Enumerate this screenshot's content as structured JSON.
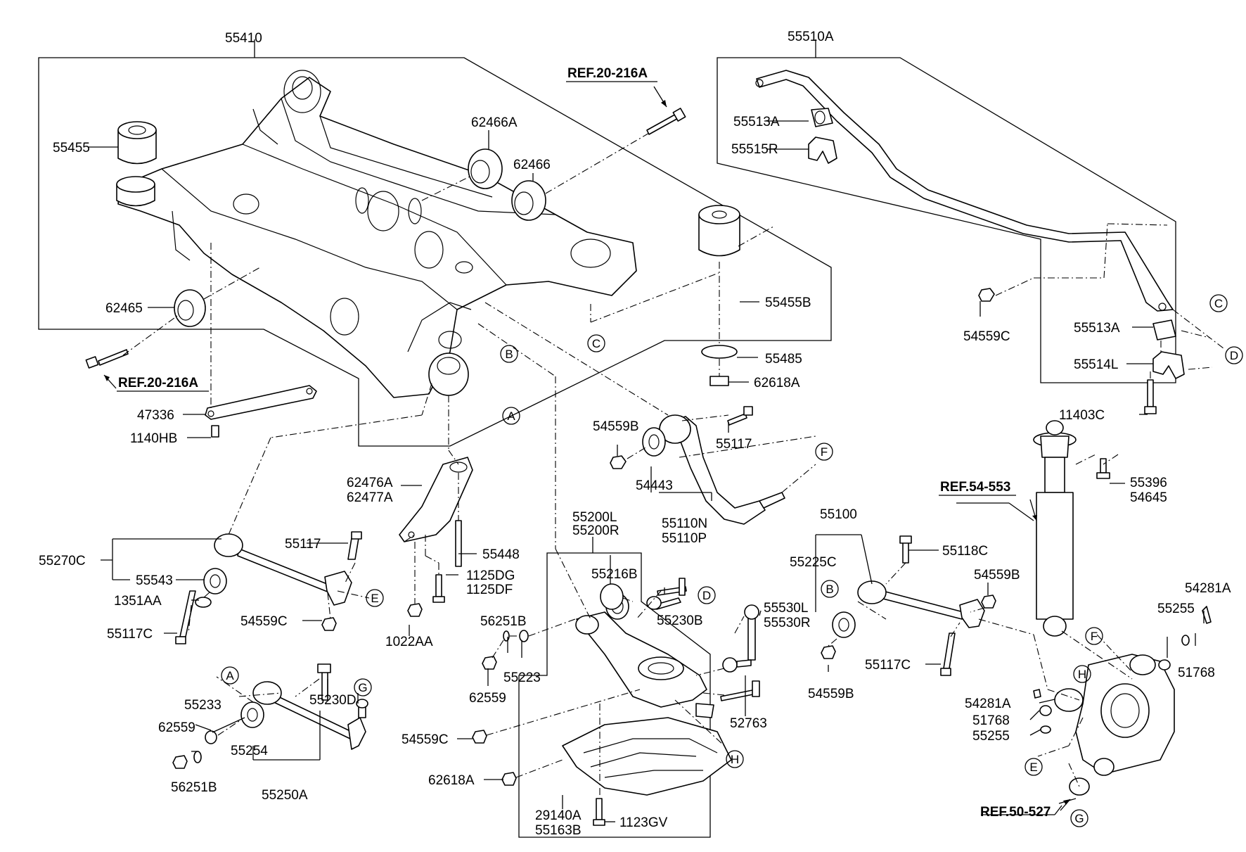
{
  "diagram": {
    "group_labels": {
      "subframe": "55410",
      "stabilizer": "55510A",
      "lower_arm": "55200L",
      "lower_arm_r": "55200R",
      "assist_arm": "55100"
    },
    "ref_labels": {
      "ref_top": "REF.20-216A",
      "ref_left": "REF.20-216A",
      "ref_shock": "REF.54-553",
      "ref_knuckle": "REF.50-527"
    },
    "part_labels": {
      "p55455": "55455",
      "p62466A": "62466A",
      "p62466": "62466",
      "p62465": "62465",
      "p47336": "47336",
      "p1140HB": "1140HB",
      "p55455B": "55455B",
      "p55485": "55485",
      "p62618A_top": "62618A",
      "p55513A_top": "55513A",
      "p55515R": "55515R",
      "p54559C_top": "54559C",
      "p55513A_bot": "55513A",
      "p55514L": "55514L",
      "p11403C": "11403C",
      "p54559B_top": "54559B",
      "p55117_top": "55117",
      "p54443": "54443",
      "p55110N": "55110N",
      "p55110P": "55110P",
      "p62476A": "62476A",
      "p62477A": "62477A",
      "p55448": "55448",
      "p1125DG": "1125DG",
      "p1125DF": "1125DF",
      "p1022AA": "1022AA",
      "p55270C": "55270C",
      "p55117_left": "55117",
      "p55543": "55543",
      "p1351AA": "1351AA",
      "p55117C_left": "55117C",
      "p54559C_left": "54559C",
      "p55216B": "55216B",
      "p55230B": "55230B",
      "p56251B_mid": "56251B",
      "p55223": "55223",
      "p62559_mid": "62559",
      "p55530L": "55530L",
      "p55530R": "55530R",
      "p52763": "52763",
      "p54559C_mid": "54559C",
      "p62618A_mid": "62618A",
      "p29140A": "29140A",
      "p55163B": "55163B",
      "p1123GV": "1123GV",
      "p55225C": "55225C",
      "p55118C": "55118C",
      "p54559B_right": "54559B",
      "p55117C_right": "55117C",
      "p54559B_bot": "54559B",
      "p55396": "55396",
      "p54645": "54645",
      "p54281A_top": "54281A",
      "p55255_top": "55255",
      "p51768_top": "51768",
      "p54281A_bot": "54281A",
      "p51768_bot": "51768",
      "p55255_bot": "55255",
      "p55233": "55233",
      "p55230D": "55230D",
      "p62559_bot": "62559",
      "p55254": "55254",
      "p56251B_bot": "56251B",
      "p55250A": "55250A"
    },
    "callouts": {
      "a1": "A",
      "a2": "A",
      "b1": "B",
      "b2": "B",
      "c1": "C",
      "c2": "C",
      "d1": "D",
      "d2": "D",
      "e1": "E",
      "e2": "E",
      "f1": "F",
      "f2": "F",
      "g1": "G",
      "g2": "G",
      "h1": "H",
      "h2": "H"
    }
  }
}
